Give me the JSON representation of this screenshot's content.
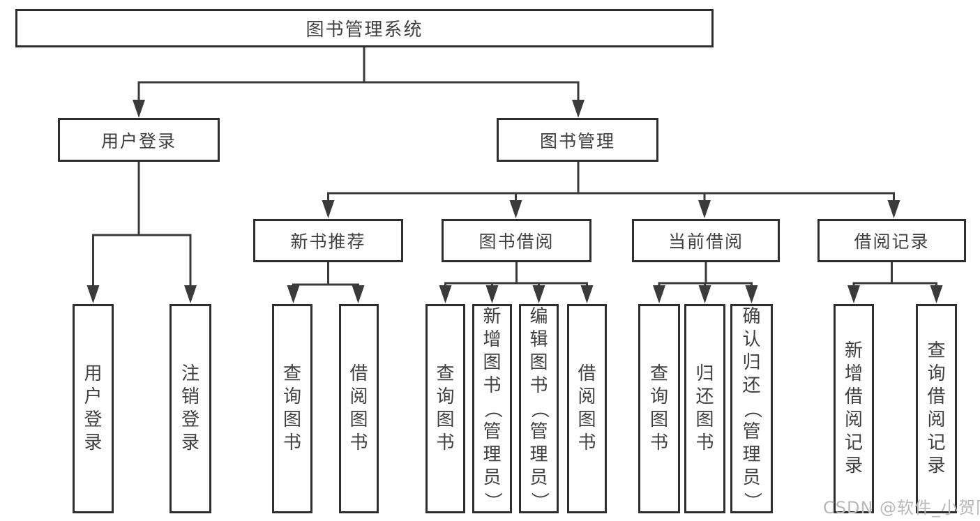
{
  "diagram": {
    "root": {
      "label": "图书管理系统"
    },
    "level2": {
      "user_login": {
        "label": "用户登录"
      },
      "book_management": {
        "label": "图书管理"
      }
    },
    "level3": {
      "new_book_recommend": {
        "label": "新书推荐"
      },
      "book_borrow": {
        "label": "图书借阅"
      },
      "current_borrow": {
        "label": "当前借阅"
      },
      "borrow_records": {
        "label": "借阅记录"
      }
    },
    "leaves": {
      "user_login": {
        "label": "用户登录"
      },
      "logout": {
        "label": "注销登录"
      },
      "query_books_recommend": {
        "label": "查询图书"
      },
      "borrow_books_recommend": {
        "label": "借阅图书"
      },
      "query_books_borrow": {
        "label": "查询图书"
      },
      "add_book_admin": {
        "label": "新增图书（管理员）"
      },
      "edit_book_admin": {
        "label": "编辑图书（管理员）"
      },
      "borrow_books_borrow": {
        "label": "借阅图书"
      },
      "query_books_current": {
        "label": "查询图书"
      },
      "return_book": {
        "label": "归还图书"
      },
      "confirm_return_admin": {
        "label": "确认归还（管理员）"
      },
      "add_borrow_record": {
        "label": "新增借阅记录"
      },
      "query_borrow_record": {
        "label": "查询借阅记录"
      }
    }
  },
  "watermark": {
    "text": "CSDN @软件_小贺同学"
  },
  "colors": {
    "line": "#3a3a3a",
    "border": "#2e2e2e",
    "text": "#3f3f3f",
    "watermark": "#b9b9b9",
    "background": "#ffffff"
  }
}
